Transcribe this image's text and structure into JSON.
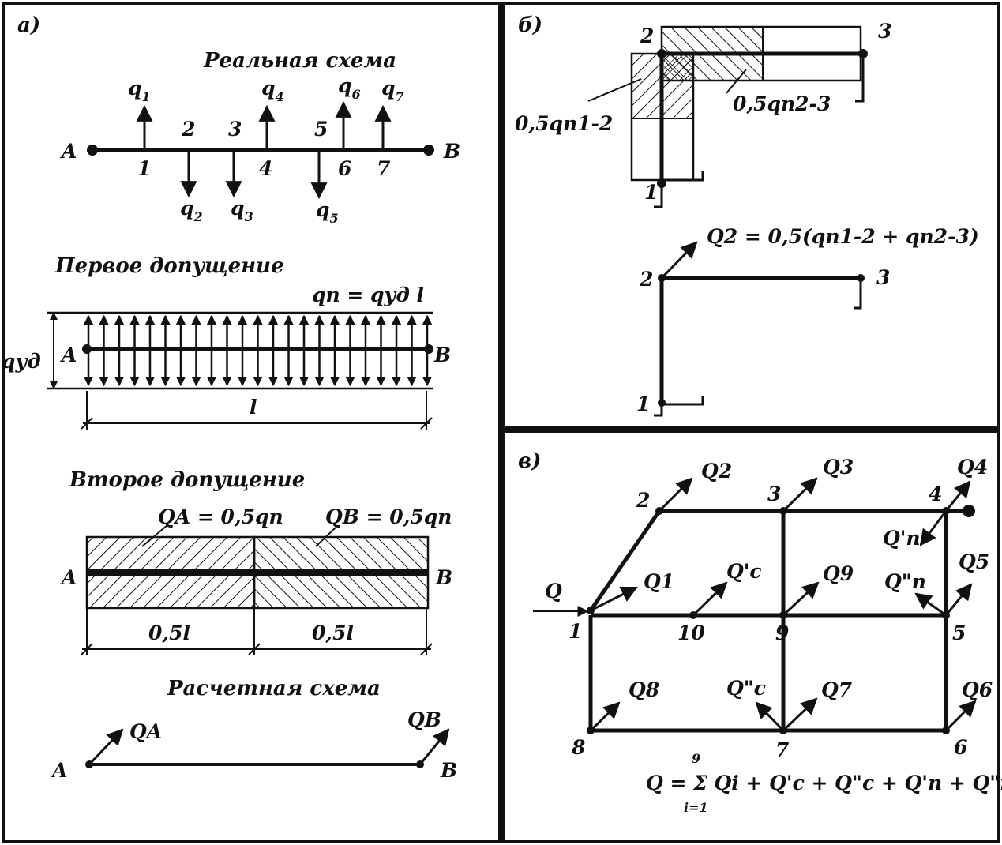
{
  "panel_a": {
    "letter": "а)",
    "real_title": "Реальная схема",
    "real": {
      "end_a": "A",
      "end_b": "B",
      "node_labels": [
        "1",
        "2",
        "3",
        "4",
        "5",
        "6",
        "7"
      ],
      "loads": [
        {
          "sym": "q",
          "sub": "1"
        },
        {
          "sym": "q",
          "sub": "2"
        },
        {
          "sym": "q",
          "sub": "3"
        },
        {
          "sym": "q",
          "sub": "4"
        },
        {
          "sym": "q",
          "sub": "5"
        },
        {
          "sym": "q",
          "sub": "6"
        },
        {
          "sym": "q",
          "sub": "7"
        }
      ]
    },
    "first_title": "Первое допущение",
    "first_formula": "qп = qуд l",
    "first_qud": "qуд",
    "first_a": "A",
    "first_b": "B",
    "first_len": "l",
    "second_title": "Второе допущение",
    "second_qa": "QA = 0,5qп",
    "second_qb": "QB = 0,5qп",
    "second_a": "A",
    "second_b": "B",
    "second_half_left": "0,5l",
    "second_half_right": "0,5l",
    "calc_title": "Расчетная схема",
    "calc_a": "A",
    "calc_b": "B",
    "calc_qa": "QA",
    "calc_qb": "QB"
  },
  "panel_b": {
    "letter": "б)",
    "top_nodes": [
      "1",
      "2",
      "3"
    ],
    "label_left": "0,5qп1-2",
    "label_right": "0,5qп2-3",
    "formula": "Q2 = 0,5(qп1-2 + qп2-3)",
    "bottom_nodes": [
      "1",
      "2",
      "3"
    ]
  },
  "panel_v": {
    "letter": "в)",
    "nodes": [
      "1",
      "2",
      "3",
      "4",
      "5",
      "6",
      "7",
      "8",
      "9",
      "10"
    ],
    "q_in": "Q",
    "forces": [
      "Q1",
      "Q2",
      "Q3",
      "Q4",
      "Q5",
      "Q6",
      "Q7",
      "Q8",
      "Q9",
      "Q'c",
      "Q\"c",
      "Q'n",
      "Q\"n"
    ],
    "formula": "Q = Σ Qi + Q'c + Q\"c + Q'n + Q\"n",
    "formula_upper": "9",
    "formula_lower": "i=1"
  }
}
